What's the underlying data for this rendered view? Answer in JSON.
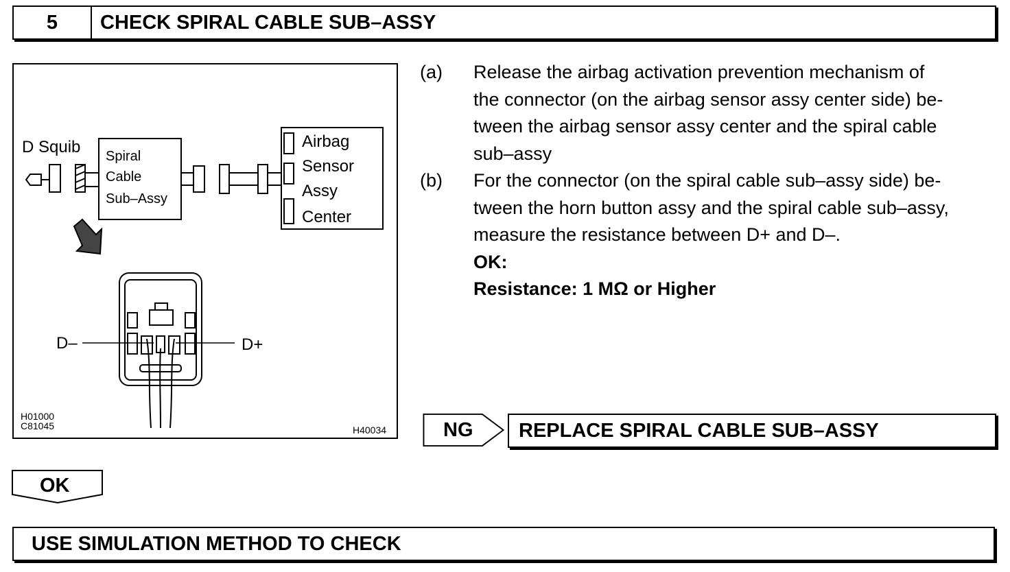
{
  "step": {
    "number": "5",
    "title": "CHECK SPIRAL CABLE SUB–ASSY"
  },
  "figure": {
    "d_squib": "D Squib",
    "spiral_lines": [
      "Spiral",
      "Cable",
      "Sub–Assy"
    ],
    "sensor_lines": [
      "Airbag",
      "Sensor",
      "Assy",
      "Center"
    ],
    "d_minus": "D–",
    "d_plus": "D+",
    "code_1": "H01000",
    "code_2": "C81045",
    "code_3": "H40034"
  },
  "instructions": [
    {
      "label": "(a)",
      "lines": [
        "Release the airbag activation prevention mechanism of",
        "the connector (on the airbag sensor assy center side) be-",
        "tween the airbag sensor assy center and the spiral cable",
        "sub–assy"
      ]
    },
    {
      "label": "(b)",
      "lines": [
        "For the connector (on the spiral cable sub–assy side) be-",
        "tween the horn button assy and the spiral cable sub–assy,",
        "measure the resistance between D+ and D–."
      ]
    }
  ],
  "spec": {
    "ok_label": "OK:",
    "resistance": "Resistance: 1 MΩ or Higher"
  },
  "ng": {
    "label": "NG",
    "result": "REPLACE SPIRAL CABLE SUB–ASSY"
  },
  "ok": {
    "label": "OK"
  },
  "final": {
    "text": "USE SIMULATION METHOD TO CHECK"
  }
}
